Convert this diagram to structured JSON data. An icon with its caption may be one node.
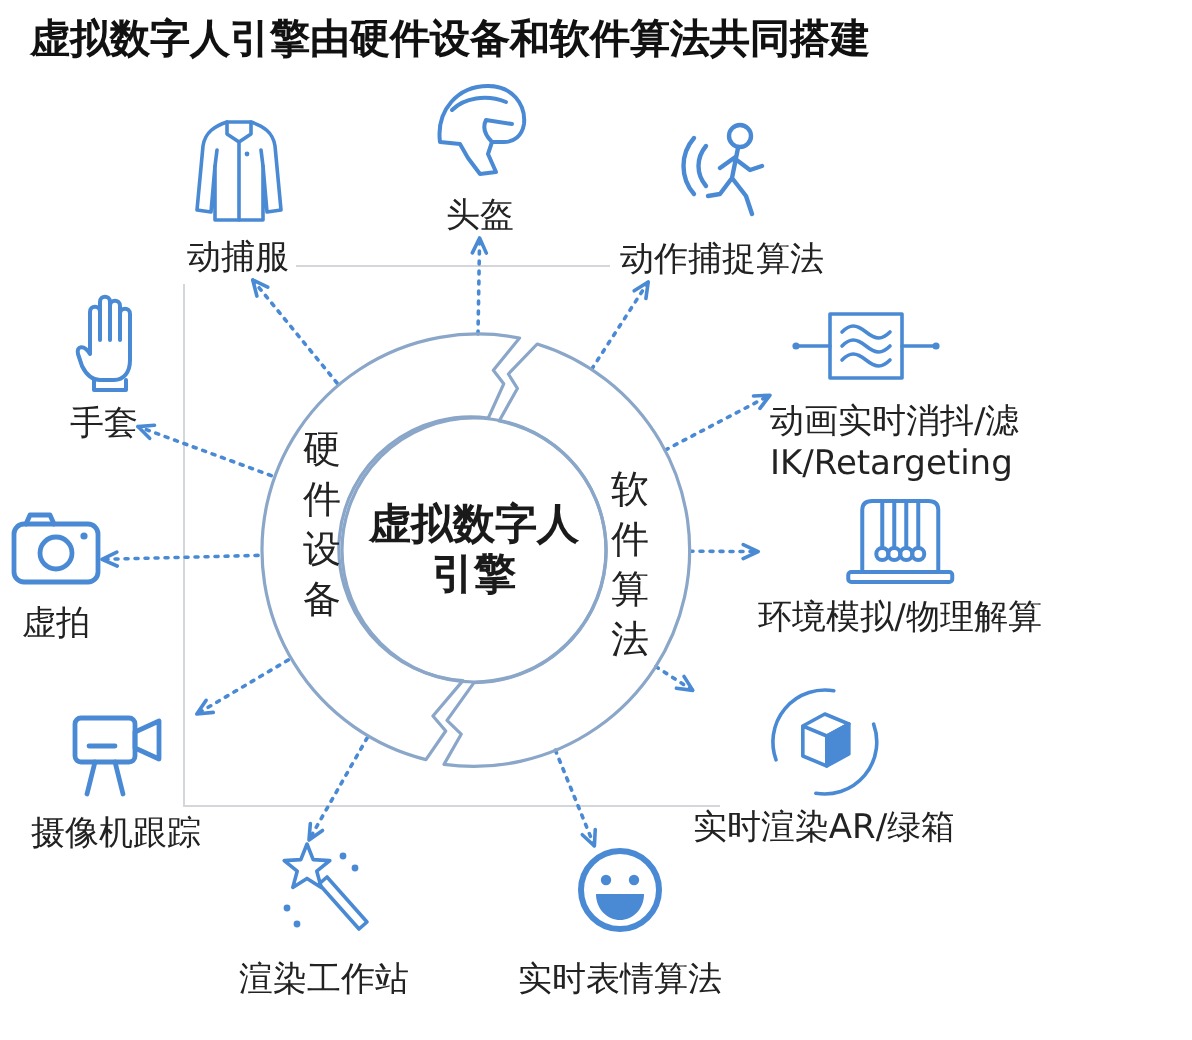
{
  "diagram": {
    "title": "虚拟数字人引擎由硬件设备和软件算法共同搭建",
    "nodes": [
      {
        "text": [
          "硬件设备"
        ]
      },
      {
        "text": [
          "虚拟数字人引擎"
        ]
      },
      {
        "text": [
          "软件算法"
        ]
      },
      {
        "text": [
          "动捕服"
        ]
      },
      {
        "text": [
          "头盔"
        ]
      },
      {
        "text": [
          "动作捕捉算法"
        ]
      },
      {
        "text": [
          "手套"
        ]
      },
      {
        "text": [
          "动画实时消抖/滤IK/Retargeting"
        ]
      },
      {
        "text": [
          "虚拍"
        ]
      },
      {
        "text": [
          "环境模拟/物理解算"
        ]
      },
      {
        "text": [
          "摄像机跟踪"
        ]
      },
      {
        "text": [
          "实时渲染AR/绿箱"
        ]
      },
      {
        "text": [
          "渲染工作站"
        ]
      },
      {
        "text": [
          "实时表情算法"
        ]
      }
    ],
    "edges": [
      {
        "from": 0,
        "to": 3,
        "arrow": "to"
      },
      {
        "from": 0,
        "to": 4,
        "arrow": "to"
      },
      {
        "from": 2,
        "to": 5,
        "arrow": "to"
      },
      {
        "from": 0,
        "to": 6,
        "arrow": "to"
      },
      {
        "from": 2,
        "to": 7,
        "arrow": "to"
      },
      {
        "from": 0,
        "to": 8,
        "arrow": "to"
      },
      {
        "from": 2,
        "to": 9,
        "arrow": "to"
      },
      {
        "from": 0,
        "to": 10,
        "arrow": "to"
      },
      {
        "from": 2,
        "to": 11,
        "arrow": "to"
      },
      {
        "from": 0,
        "to": 12,
        "arrow": "to"
      },
      {
        "from": 2,
        "to": 13,
        "arrow": "to"
      }
    ]
  }
}
